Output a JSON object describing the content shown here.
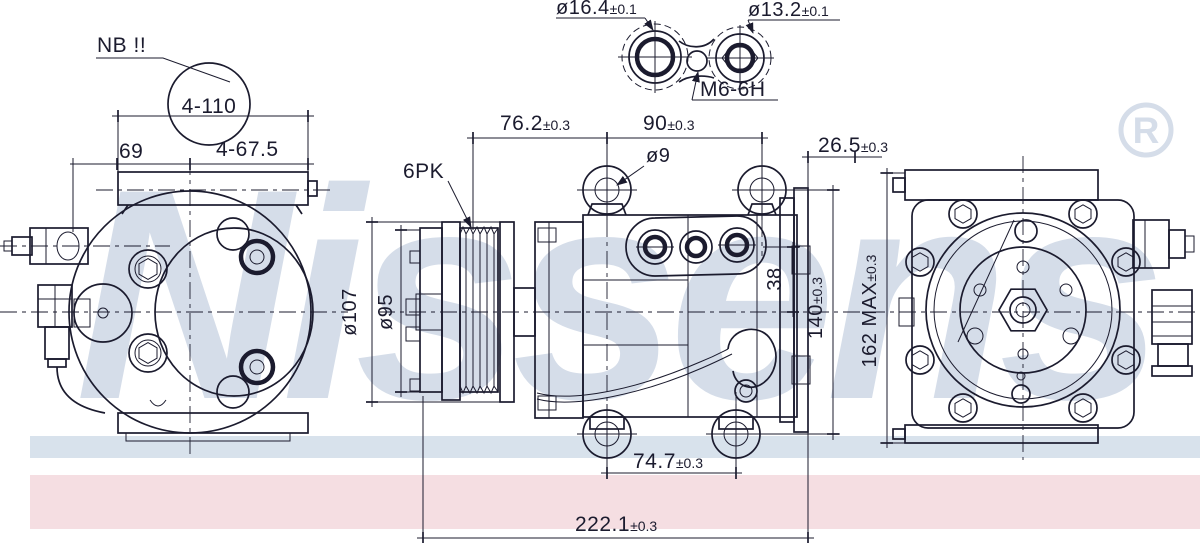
{
  "brand": {
    "watermark": "Nissens",
    "registered": "R"
  },
  "colors": {
    "line": "#1b1b2e",
    "watermark": "#d5dde9",
    "band_blue": "#d8e2ec",
    "band_pink": "#f5dee2"
  },
  "callouts": {
    "note": "NB !!",
    "balloon": "4-110",
    "offset_69": "69",
    "bolt_spacing": "4-67.5",
    "port_large": {
      "dia": "ø16.4",
      "tol": "±0.1"
    },
    "port_small": {
      "dia": "ø13.2",
      "tol": "±0.1"
    },
    "thread": "M6-6H",
    "belt": "6PK",
    "lug_hole": "ø9",
    "width_76_2": {
      "val": "76.2",
      "tol": "±0.3"
    },
    "width_90": {
      "val": "90",
      "tol": "±0.3"
    },
    "width_26_5": {
      "val": "26.5",
      "tol": "±0.3"
    },
    "pulley_od": "ø107",
    "clutch_od": "ø95",
    "depth_38": "38",
    "height_140": {
      "val": "140",
      "tol": "±0.3"
    },
    "height_162": {
      "val": "162 MAX",
      "tol": "±0.3"
    },
    "width_74_7": {
      "val": "74.7",
      "tol": "±0.3"
    },
    "length_222_1": {
      "val": "222.1",
      "tol": "±0.3"
    }
  }
}
